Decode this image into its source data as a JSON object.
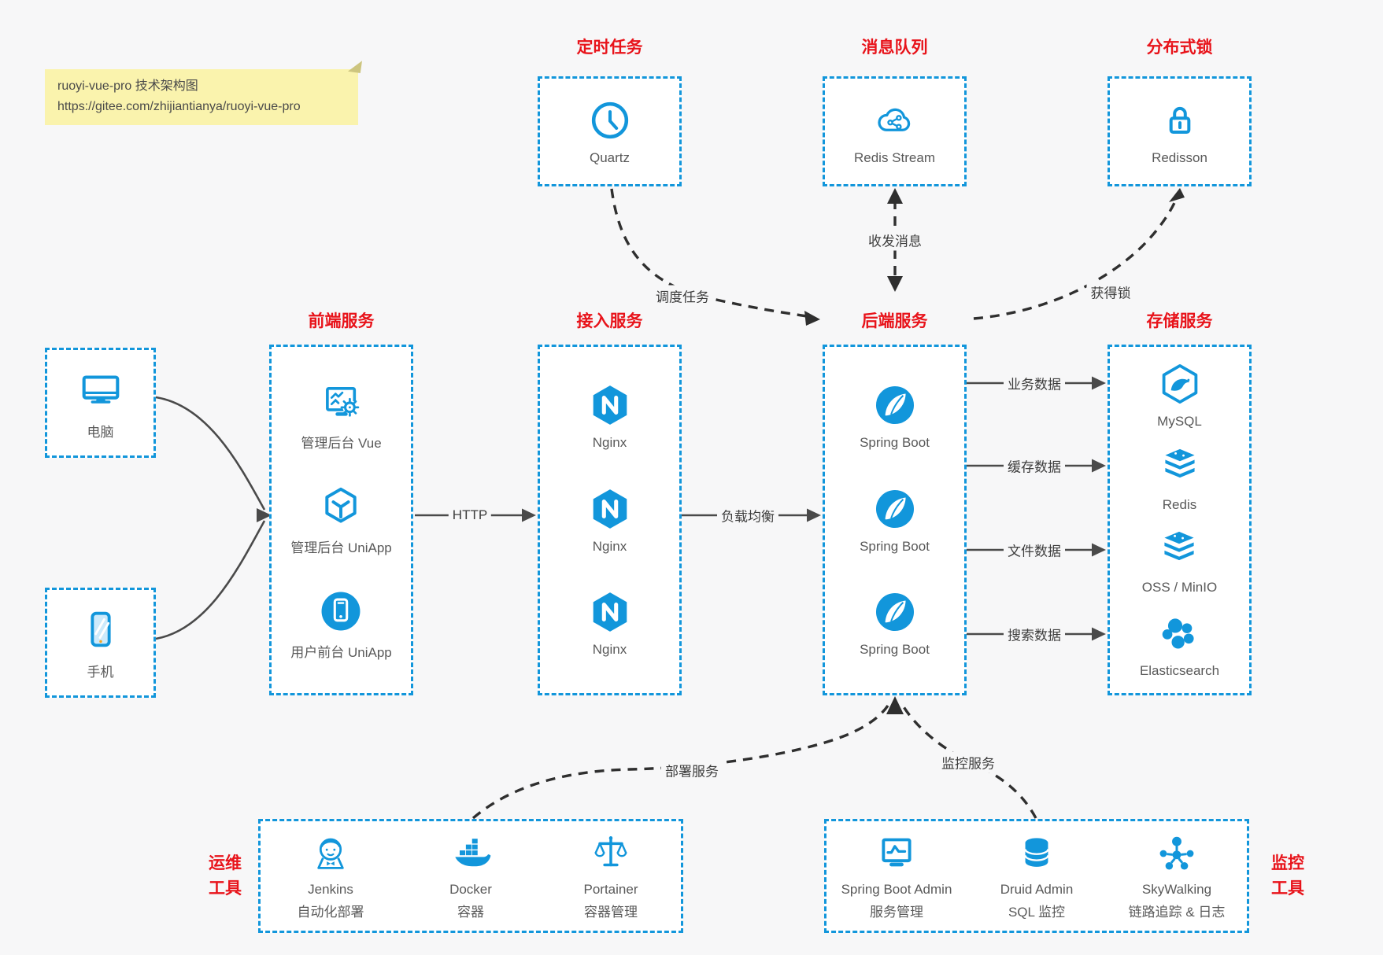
{
  "note": {
    "line1": "ruoyi-vue-pro 技术架构图",
    "line2": "https://gitee.com/zhijiantianya/ruoyi-vue-pro"
  },
  "colors": {
    "accent_blue": "#1296db",
    "title_red": "#e8131a",
    "note_yellow": "#faf3ad",
    "solid_arrow_gray": "#4a4a4a",
    "dashed_arrow_dark": "#2f2f2f"
  },
  "groups": {
    "scheduler": {
      "title": "定时任务",
      "items": [
        {
          "icon": "clock-icon",
          "label": "Quartz"
        }
      ]
    },
    "mq": {
      "title": "消息队列",
      "items": [
        {
          "icon": "cloud-stream-icon",
          "label": "Redis Stream"
        }
      ]
    },
    "lock": {
      "title": "分布式锁",
      "items": [
        {
          "icon": "lock-icon",
          "label": "Redisson"
        }
      ]
    },
    "clients": {
      "items": [
        {
          "icon": "desktop-icon",
          "label": "电脑"
        },
        {
          "icon": "smartphone-icon",
          "label": "手机"
        }
      ]
    },
    "frontend": {
      "title": "前端服务",
      "items": [
        {
          "icon": "admin-vue-icon",
          "label": "管理后台 Vue"
        },
        {
          "icon": "uniapp-cube-icon",
          "label": "管理后台 UniApp"
        },
        {
          "icon": "user-app-icon",
          "label": "用户前台 UniApp"
        }
      ]
    },
    "gateway": {
      "title": "接入服务",
      "items": [
        {
          "icon": "nginx-icon",
          "label": "Nginx"
        },
        {
          "icon": "nginx-icon",
          "label": "Nginx"
        },
        {
          "icon": "nginx-icon",
          "label": "Nginx"
        }
      ]
    },
    "backend": {
      "title": "后端服务",
      "items": [
        {
          "icon": "spring-boot-icon",
          "label": "Spring Boot"
        },
        {
          "icon": "spring-boot-icon",
          "label": "Spring Boot"
        },
        {
          "icon": "spring-boot-icon",
          "label": "Spring Boot"
        }
      ]
    },
    "storage": {
      "title": "存储服务",
      "items": [
        {
          "icon": "mysql-icon",
          "label": "MySQL"
        },
        {
          "icon": "redis-stack-icon",
          "label": "Redis"
        },
        {
          "icon": "oss-stack-icon",
          "label": "OSS / MinIO"
        },
        {
          "icon": "elasticsearch-icon",
          "label": "Elasticsearch"
        }
      ]
    },
    "ops": {
      "title_line1": "运维",
      "title_line2": "工具",
      "items": [
        {
          "icon": "jenkins-icon",
          "label": "Jenkins",
          "sub": "自动化部署"
        },
        {
          "icon": "docker-icon",
          "label": "Docker",
          "sub": "容器"
        },
        {
          "icon": "portainer-icon",
          "label": "Portainer",
          "sub": "容器管理"
        }
      ]
    },
    "monitoring": {
      "title_line1": "监控",
      "title_line2": "工具",
      "items": [
        {
          "icon": "spring-boot-admin-icon",
          "label": "Spring Boot Admin",
          "sub": "服务管理"
        },
        {
          "icon": "druid-icon",
          "label": "Druid Admin",
          "sub": "SQL 监控"
        },
        {
          "icon": "skywalking-icon",
          "label": "SkyWalking",
          "sub": "链路追踪 & 日志"
        }
      ]
    }
  },
  "edges": {
    "http": "HTTP",
    "load_balance": "负载均衡",
    "schedule_task": "调度任务",
    "send_receive_message": "收发消息",
    "acquire_lock": "获得锁",
    "business_data": "业务数据",
    "cache_data": "缓存数据",
    "file_data": "文件数据",
    "search_data": "搜索数据",
    "deploy_service": "部署服务",
    "monitor_service": "监控服务"
  }
}
